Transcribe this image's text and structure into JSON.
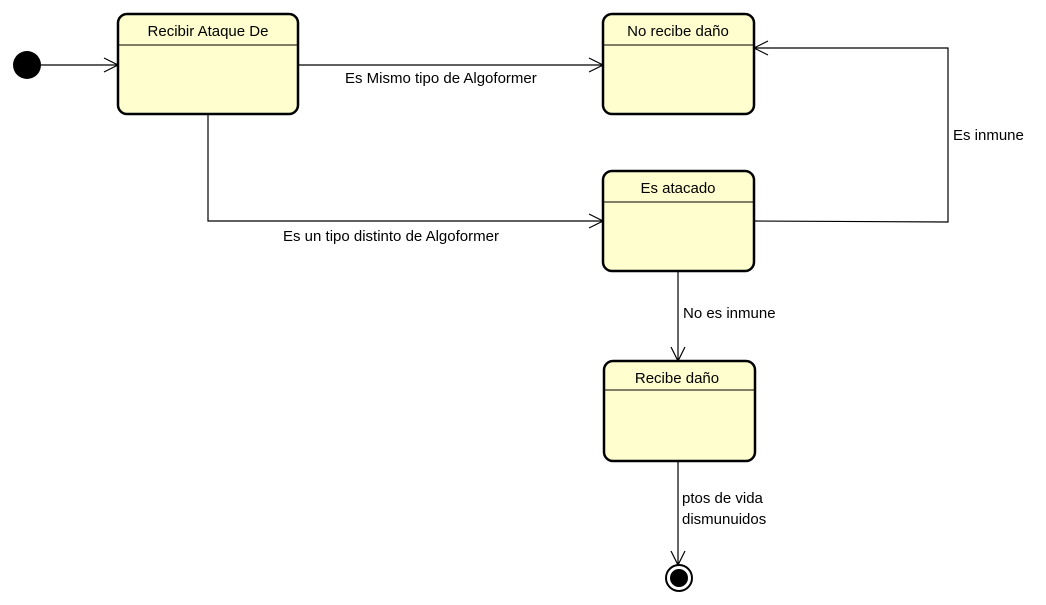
{
  "states": {
    "recibir_ataque": "Recibir Ataque De",
    "no_recibe_dano": "No recibe daño",
    "es_atacado": "Es atacado",
    "recibe_dano": "Recibe daño"
  },
  "transitions": {
    "mismo_tipo": "Es Mismo tipo de Algoformer",
    "tipo_distinto": "Es un tipo distinto de Algoformer",
    "es_inmune": "Es inmune",
    "no_es_inmune": "No es inmune",
    "ptos_de_vida_1": "ptos de vida",
    "ptos_de_vida_2": "dismunuidos"
  },
  "colors": {
    "state_fill": "#fefece",
    "stroke": "#000000"
  }
}
